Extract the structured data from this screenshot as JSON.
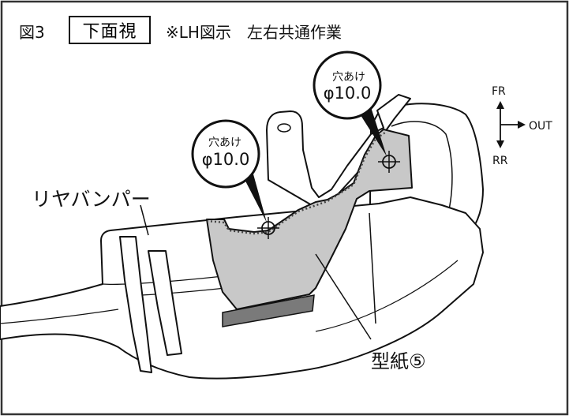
{
  "header": {
    "figure_number": "図3",
    "view_label": "下面視",
    "note": "※LH図示　左右共通作業"
  },
  "labels": {
    "rear_bumper": "リヤバンパー",
    "template": "型紙⑤"
  },
  "holes": [
    {
      "title": "穴あけ",
      "size": "φ10.0"
    },
    {
      "title": "穴あけ",
      "size": "φ10.0"
    }
  ],
  "direction_indicator": {
    "forward": "FR",
    "rear": "RR",
    "outward": "OUT"
  },
  "colors": {
    "template_fill": "#c8c8c8",
    "dark_strip": "#7a7a7a",
    "line": "#111111",
    "border": "#333333",
    "background": "#ffffff"
  }
}
